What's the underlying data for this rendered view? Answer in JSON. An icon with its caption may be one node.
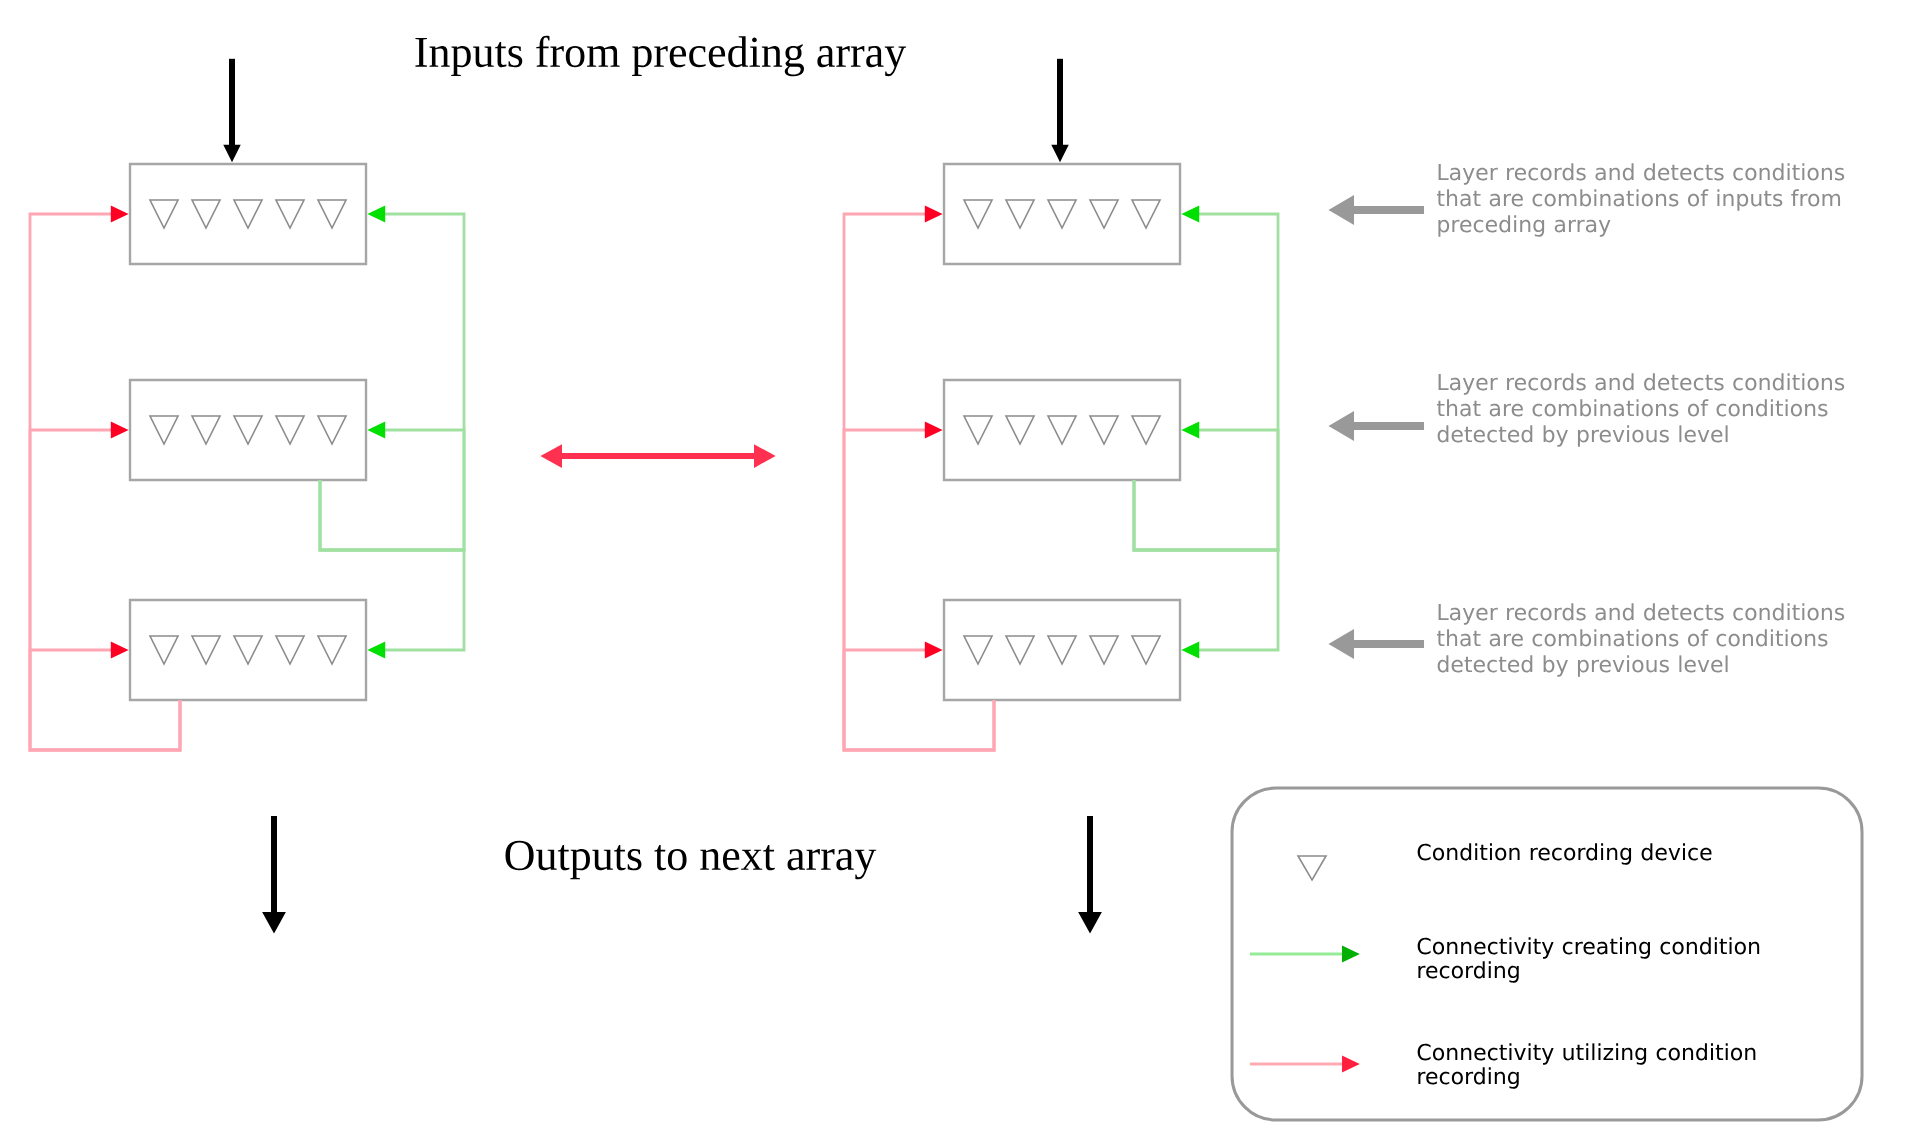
{
  "diagram": {
    "nodes": [
      {
        "text": [],
        "shape": "box"
      },
      {
        "text": [],
        "shape": "box"
      },
      {
        "text": [],
        "shape": "box"
      },
      {
        "text": [],
        "shape": "box"
      },
      {
        "text": [],
        "shape": "box"
      },
      {
        "text": [],
        "shape": "box"
      }
    ],
    "edges": [
      {
        "from": null,
        "to": 0,
        "arrow": "to",
        "style": "thick",
        "color": "#000000"
      },
      {
        "from": null,
        "to": 3,
        "arrow": "to",
        "style": "thick",
        "color": "#000000"
      },
      {
        "from": 1,
        "to": 0,
        "arrow": "to",
        "color": "#a0e0a0"
      },
      {
        "from": 1,
        "to": 1,
        "arrow": "to",
        "color": "#a0e0a0"
      },
      {
        "from": 1,
        "to": 2,
        "arrow": "to",
        "color": "#a0e0a0"
      },
      {
        "from": 2,
        "to": 0,
        "arrow": "to",
        "color": "#ffa6b3"
      },
      {
        "from": 2,
        "to": 1,
        "arrow": "to",
        "color": "#ffa6b3"
      },
      {
        "from": 2,
        "to": 2,
        "arrow": "to",
        "color": "#ffa6b3"
      },
      {
        "from": 4,
        "to": 3,
        "arrow": "to",
        "color": "#a0e0a0"
      },
      {
        "from": 4,
        "to": 4,
        "arrow": "to",
        "color": "#a0e0a0"
      },
      {
        "from": 4,
        "to": 5,
        "arrow": "to",
        "color": "#a0e0a0"
      },
      {
        "from": 5,
        "to": 3,
        "arrow": "to",
        "color": "#ffa6b3"
      },
      {
        "from": 5,
        "to": 4,
        "arrow": "to",
        "color": "#ffa6b3"
      },
      {
        "from": 5,
        "to": 5,
        "arrow": "to",
        "color": "#ffa6b3"
      }
    ],
    "labels": [
      "Inputs from preceding array",
      "Layer records and detects conditions that are combinations of inputs from preceding array",
      "Layer records and detects conditions that are combinations of conditions detected by previous level",
      "Layer records and detects conditions that are combinations of conditions detected by previous level",
      "Outputs to next array"
    ],
    "legend": [
      {
        "text": "Condition recording device"
      },
      {
        "text": "Connectivity creating condition recording"
      },
      {
        "text": "Connectivity utilizing condition recording"
      }
    ]
  }
}
